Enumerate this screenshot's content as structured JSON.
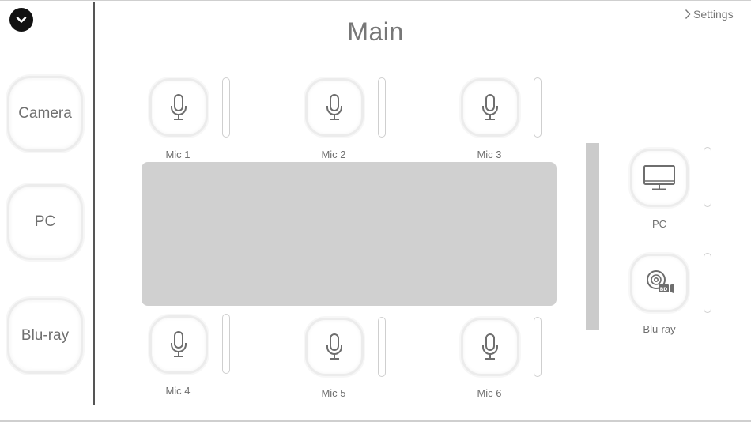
{
  "header": {
    "title": "Main",
    "settings_label": "Settings"
  },
  "sidebar": {
    "items": [
      {
        "label": "Camera"
      },
      {
        "label": "PC"
      },
      {
        "label": "Blu-ray"
      }
    ]
  },
  "mics": [
    {
      "label": "Mic 1"
    },
    {
      "label": "Mic 2"
    },
    {
      "label": "Mic 3"
    },
    {
      "label": "Mic 4"
    },
    {
      "label": "Mic 5"
    },
    {
      "label": "Mic 6"
    }
  ],
  "sources": [
    {
      "label": "PC",
      "icon": "monitor-icon"
    },
    {
      "label": "Blu-ray",
      "icon": "bluray-disc-icon"
    }
  ],
  "colors": {
    "text": "#707070",
    "button_border": "#ececec",
    "table": "#d0d0d0",
    "divider": "#555555",
    "toggle": "#111111"
  }
}
